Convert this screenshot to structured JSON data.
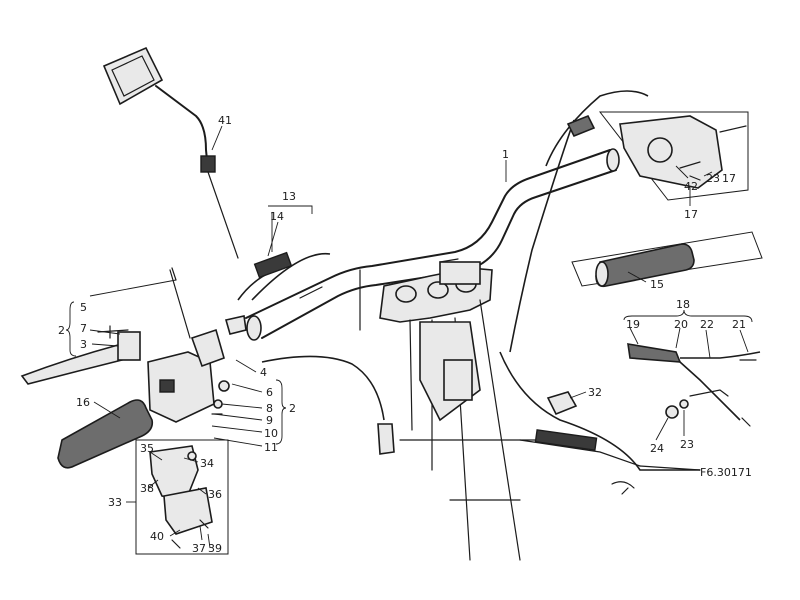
{
  "callouts": {
    "c1": "1",
    "c2a": "2",
    "c2b": "2",
    "c3": "3",
    "c4": "4",
    "c5": "5",
    "c6": "6",
    "c7": "7",
    "c8": "8",
    "c9": "9",
    "c10": "10",
    "c11": "11",
    "c13": "13",
    "c14": "14",
    "c15": "15",
    "c16": "16",
    "c17a": "17",
    "c17b": "17",
    "c18": "18",
    "c19": "19",
    "c20": "20",
    "c21": "21",
    "c22": "22",
    "c23a": "23",
    "c23b": "23",
    "c24": "24",
    "c32": "32",
    "c33": "33",
    "c34": "34",
    "c35": "35",
    "c36": "36",
    "c37": "37",
    "c38": "38",
    "c39": "39",
    "c40": "40",
    "c41": "41",
    "c42": "42"
  },
  "stamp": "F6.30171"
}
